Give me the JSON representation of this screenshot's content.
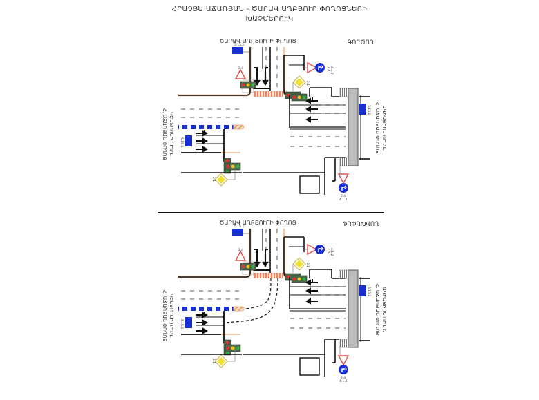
{
  "title": {
    "line1": "ՀՐԱՉՅԱ ԱՃԱՌՅԱՆ - ԾԱՐԱՎ ԱՂԲՅՈՒՐ ՓՈՂՈՑՆԵՐԻ",
    "line2": "ԽԱՉՄԵՐՈՒԿ"
  },
  "colors": {
    "road_line": "#111111",
    "sign_blue": "#1a2fd0",
    "crosswalk": "#f0a070",
    "median_hatch": "#e0a070",
    "bridge_gray": "#bcbcbc",
    "yield_red": "#e05050",
    "priority_yellow": "#f0e030"
  },
  "diagrams": [
    {
      "id": "existing",
      "status_label": "ԳՈՐԾՈՂ",
      "north_street": "ԾԱՐԱՎ ԱՂԲՅՈՒՐԻ ՓՈՂՈՑ",
      "west_street": [
        "Հ. ԱՃԱՌՅԱՆ ՓՈՂՈՑ",
        "ԿԵՆՏՐՈՆԻ ՈՒՂՂ."
      ],
      "east_street": [
        "Հ. ԱՃԱՌՅԱՆ ՓՈՂՈՑ",
        "ԱՎԻԱՑԻՈՆ ՈՒՂՂ."
      ],
      "signs": {
        "north_lane_sign": "5.15.1",
        "west_lane_sign": "5.15.1",
        "east_lane_sign": "5.15.1",
        "yield_nw": "2.4",
        "yield_ne": "2.4",
        "keep_right_ne": "4.1.2",
        "priority_ne": "2.1",
        "priority_sw": "2.1",
        "yield_se": "2.4",
        "keep_right_se": "4.1.2"
      }
    },
    {
      "id": "modified",
      "status_label": "ՓՈՓՈԽՎՈՂ",
      "north_street": "ԾԱՐԱՎ ԱՂԲՅՈՒՐԻ ՓՈՂՈՑ",
      "west_street": [
        "Հ. ԱՃԱՌՅԱՆ ՓՈՂՈՑ",
        "ԿԵՆՏՐՈՆԻ ՈՒՂՂ."
      ],
      "east_street": [
        "Հ. ԱՃԱՌՅԱՆ ՓՈՂՈՑ",
        "ԱՎԻԱՑԻՈՆ ՈՒՂՂ."
      ],
      "signs": {
        "north_lane_sign": "5.15.1",
        "west_lane_sign": "5.15.1",
        "east_lane_sign": "5.15.1",
        "yield_nw": "2.4",
        "yield_ne": "2.4",
        "keep_right_ne": "4.1.2",
        "priority_ne": "2.1",
        "priority_sw": "2.1",
        "yield_se": "2.4",
        "keep_right_se": "4.1.2"
      }
    }
  ]
}
